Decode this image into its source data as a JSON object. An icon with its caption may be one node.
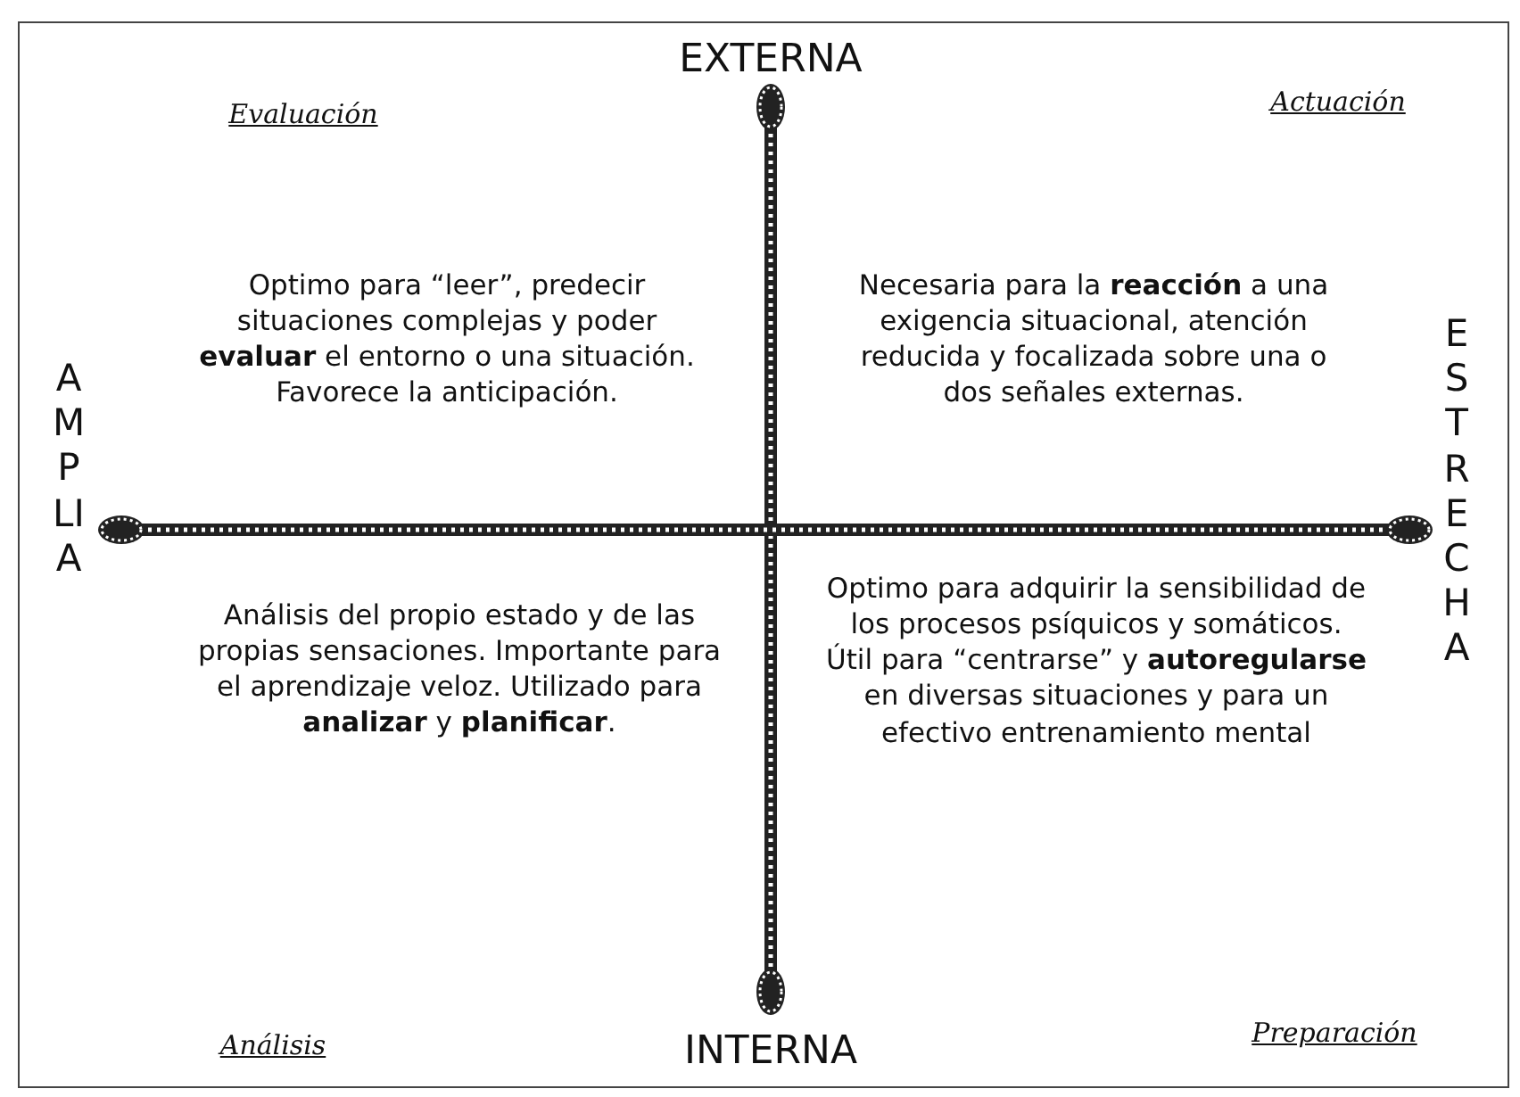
{
  "diagram": {
    "labels": [
      "EXTERNA",
      "Evaluación",
      "Actuación",
      "Optimo para “leer”, predecir situaciones complejas y poder **evaluar** el entorno o una situación. Favorece la anticipación.",
      "Necesaria para la **reacción** a una exigencia situacional, atención reducida y focalizada sobre una o dos señales externas.",
      "AMPLIA",
      "ESTRECHA",
      "Análisis del propio estado y de las propias sensaciones. Importante para el aprendizaje veloz. Utilizado para **analizar** y **planificar**.",
      "Optimo para adquirir la sensibilidad de los procesos psíquicos y somáticos. Útil para “centrarse” y **autoregularse** en diversas situaciones y para un efectivo entrenamiento mental",
      "Análisis",
      "Preparación",
      "INTERNA"
    ]
  }
}
